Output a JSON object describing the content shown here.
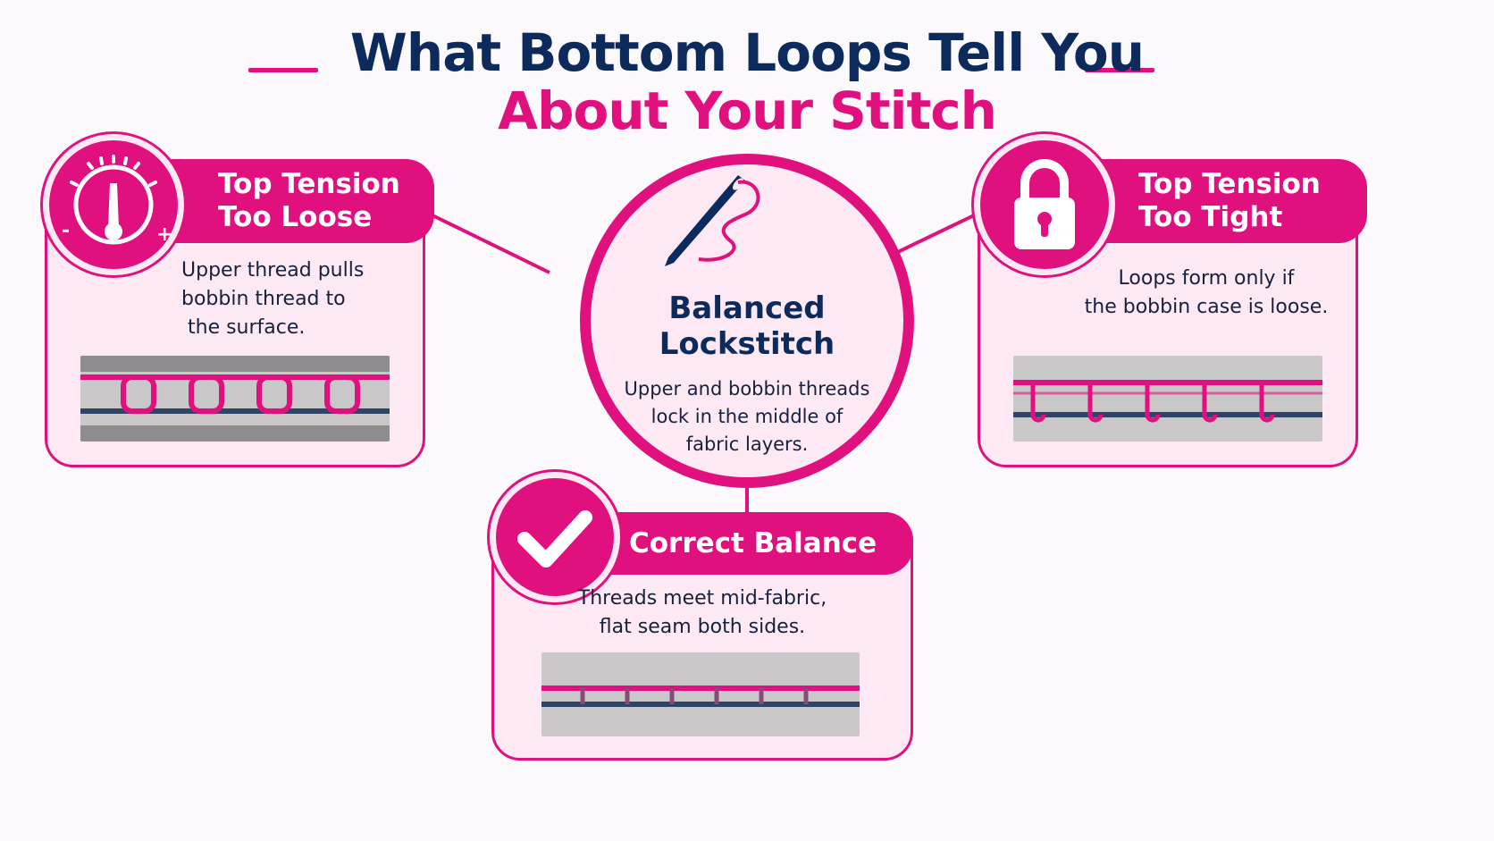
{
  "title": {
    "line1": "What Bottom Loops Tell You",
    "line2": "About Your Stitch"
  },
  "center": {
    "title": "Balanced\nLockstitch",
    "body": "Upper and bobbin threads\nlock in the middle of\nfabric layers."
  },
  "cards": {
    "loose": {
      "heading": "Top Tension\nToo Loose",
      "body": "Upper thread pulls\nbobbin thread to\n the surface.",
      "gauge_minus": "-",
      "gauge_plus": "+"
    },
    "tight": {
      "heading": "Top Tension\nToo Tight",
      "body": "Loops form only if\nthe bobbin case is loose."
    },
    "correct": {
      "heading": "Correct Balance",
      "body": "Threads meet mid-fabric,\nflat seam both sides."
    }
  },
  "icons": {
    "loose": "tension-gauge-icon",
    "tight": "padlock-icon",
    "correct": "checkmark-icon",
    "center": "needle-and-thread-icon"
  },
  "colors": {
    "accent": "#e0117f",
    "navy": "#0d2a5c",
    "card_fill": "#fce9f3",
    "fabric": "#c9c7c8",
    "bobbin_thread": "#2e4468"
  }
}
